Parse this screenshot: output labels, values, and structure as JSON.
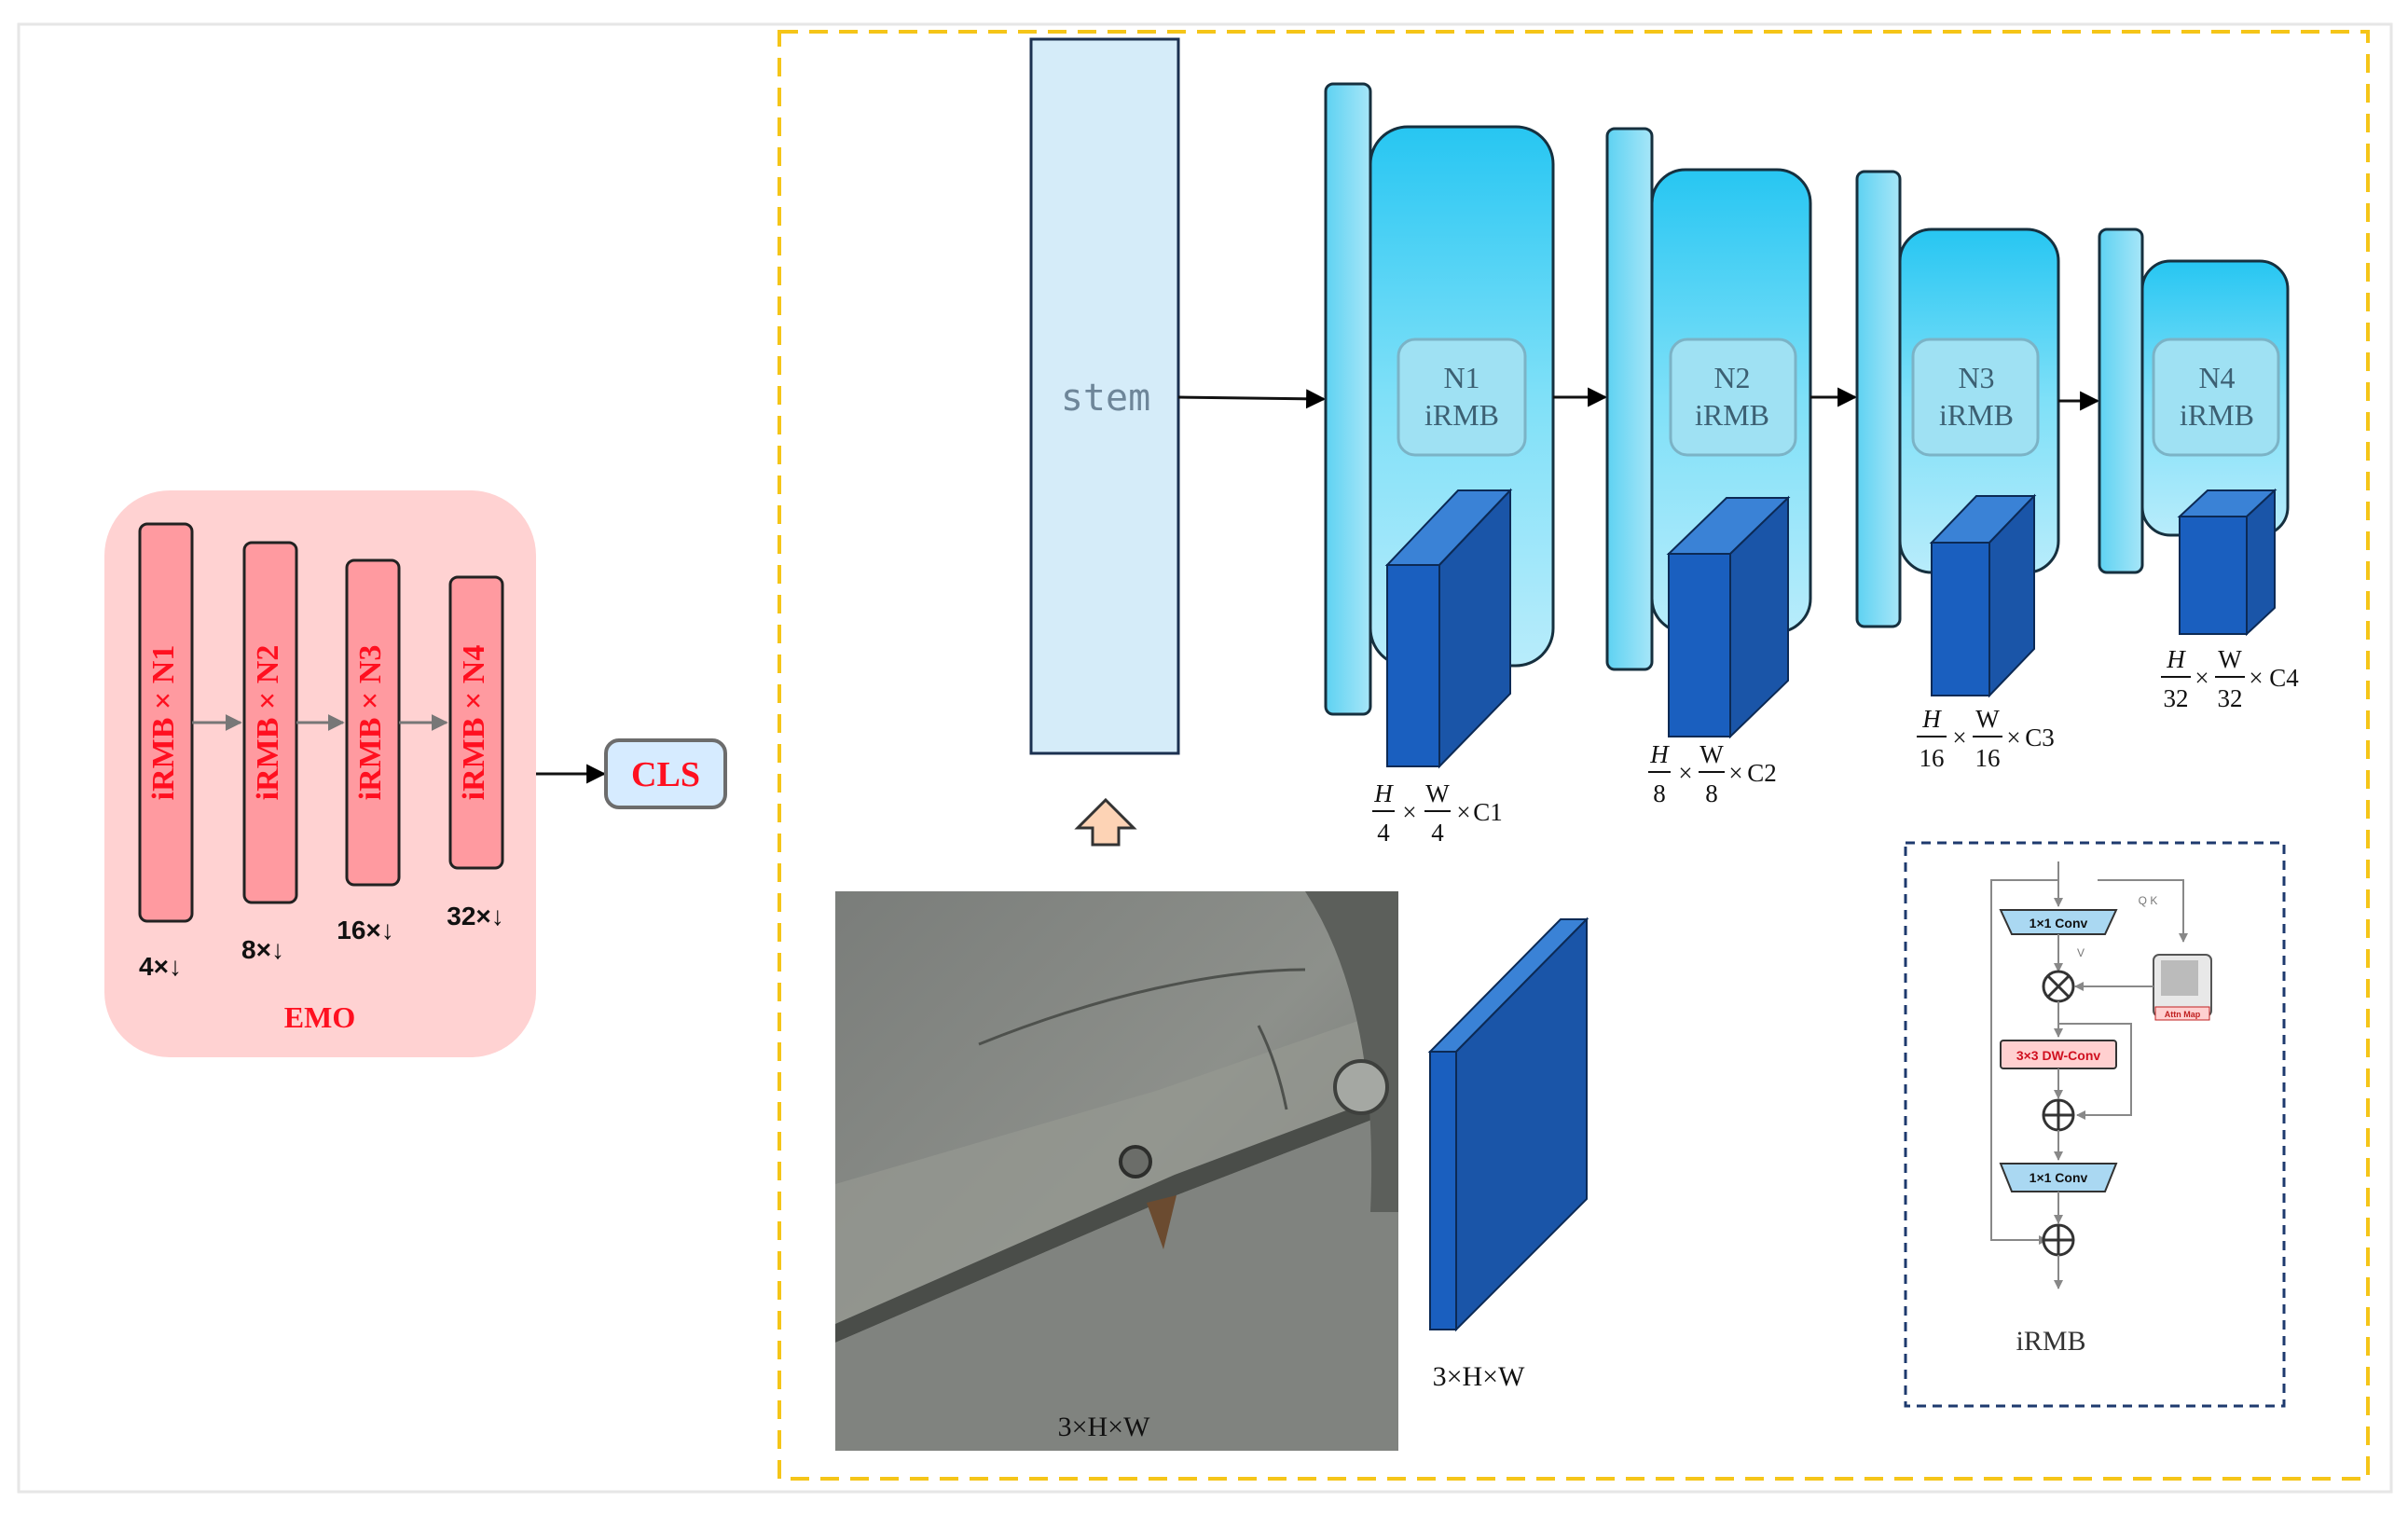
{
  "emo": {
    "blocks": [
      "iRMB × N1",
      "iRMB × N2",
      "iRMB × N3",
      "iRMB × N4"
    ],
    "strides": [
      "4×↓",
      "8×↓",
      "16×↓",
      "32×↓"
    ],
    "label": "EMO",
    "cls": "CLS"
  },
  "pipeline": {
    "stem": "stem",
    "stages": [
      {
        "n": "N1",
        "block": "iRMB",
        "dims": {
          "h": "H",
          "h_den": "4",
          "w": "W",
          "w_den": "4",
          "c": "C1"
        }
      },
      {
        "n": "N2",
        "block": "iRMB",
        "dims": {
          "h": "H",
          "h_den": "8",
          "w": "W",
          "w_den": "8",
          "c": "C2"
        }
      },
      {
        "n": "N3",
        "block": "iRMB",
        "dims": {
          "h": "H",
          "h_den": "16",
          "w": "W",
          "w_den": "16",
          "c": "C3"
        }
      },
      {
        "n": "N4",
        "block": "iRMB",
        "dims": {
          "h": "H",
          "h_den": "32",
          "w": "W",
          "w_den": "32",
          "c": "C4"
        }
      }
    ],
    "input_photo_label": "3×H×W",
    "input_tensor_label": "3×H×W"
  },
  "irmb_detail": {
    "conv_top": "1×1 Conv",
    "qk": "Q K",
    "v": "V",
    "attn_map": "Attn Map",
    "dw_conv": "3×3 DW-Conv",
    "conv_bottom": "1×1 Conv",
    "title": "iRMB"
  },
  "colors": {
    "emo_bg": "#ffd2d2",
    "emo_block": "#ff9aa0",
    "emo_text": "#ff1020",
    "cls_bg": "#d6ebff",
    "cls_text": "#ff1020",
    "stem_bg": "#d5ecf9",
    "stage_cyan": "#4fd3f5",
    "feature_blue": "#1a5fbf",
    "frame_dash": "#f5c518",
    "irmb_frame": "#1e3a6e",
    "dw_conv_bg": "#ffd0d0"
  }
}
